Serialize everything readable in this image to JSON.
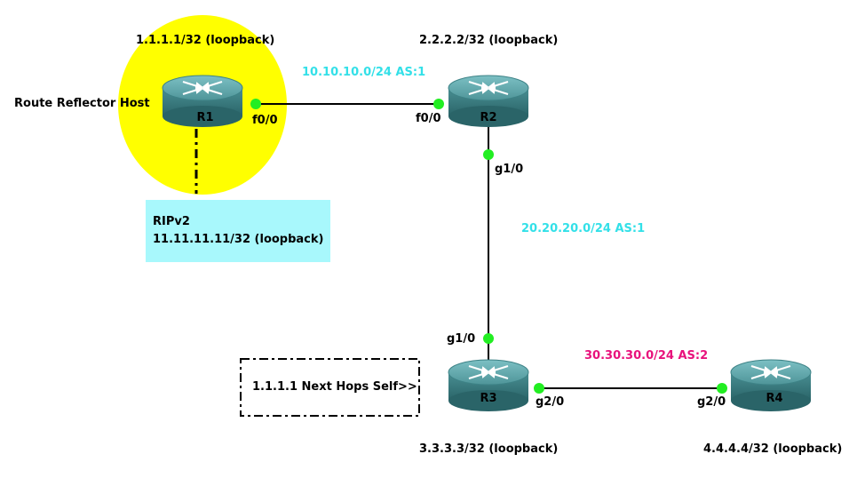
{
  "routers": [
    {
      "id": "R1",
      "name": "R1"
    },
    {
      "id": "R2",
      "name": "R2"
    },
    {
      "id": "R3",
      "name": "R3"
    },
    {
      "id": "R4",
      "name": "R4"
    }
  ],
  "loopbacks": {
    "r1": "1.1.1.1/32 (loopback)",
    "r2": "2.2.2.2/32 (loopback)",
    "r3": "3.3.3.3/32 (loopback)",
    "r4": "4.4.4.4/32 (loopback)"
  },
  "role": "Route Reflector Host",
  "links": {
    "r1_r2": {
      "subnet": "10.10.10.0/24 AS:1",
      "a_if": "f0/0",
      "b_if": "f0/0",
      "color": "#33e0e8"
    },
    "r2_r3": {
      "subnet": "20.20.20.0/24 AS:1",
      "a_if": "g1/0",
      "b_if": "g1/0",
      "color": "#33e0e8"
    },
    "r3_r4": {
      "subnet": "30.30.30.0/24 AS:2",
      "a_if": "g2/0",
      "b_if": "g2/0",
      "color": "#e8127c"
    }
  },
  "rip_box": {
    "line1": "RIPv2",
    "line2": "11.11.11.11/32 (loopback)"
  },
  "note": "1.1.1.1 Next Hops Self>>",
  "colors": {
    "highlight": "#ffff00",
    "rip_box": "#a8f8fc",
    "port": "#22ee22",
    "router_top": "#5aa0a4",
    "router_side": "#2f7579"
  }
}
